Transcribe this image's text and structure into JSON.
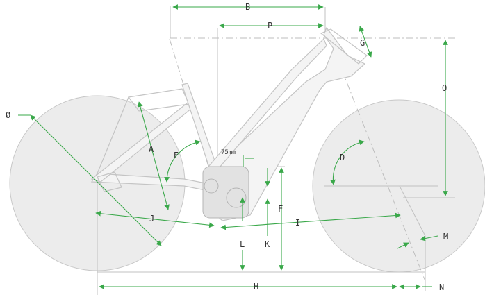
{
  "labels": {
    "A": "A",
    "B": "B",
    "D": "D",
    "E": "E",
    "F": "F",
    "G": "G",
    "H": "H",
    "I": "I",
    "J": "J",
    "K": "K",
    "L": "L",
    "M": "M",
    "N": "N",
    "O": "O",
    "P": "P",
    "wheel_diameter": "Ø",
    "offset_note": "75mm"
  },
  "colors": {
    "dimension_lines": "#3aa84a",
    "frame_outline": "#c4c4c4",
    "wheel_fill": "#ececec",
    "label_text": "#333333"
  }
}
